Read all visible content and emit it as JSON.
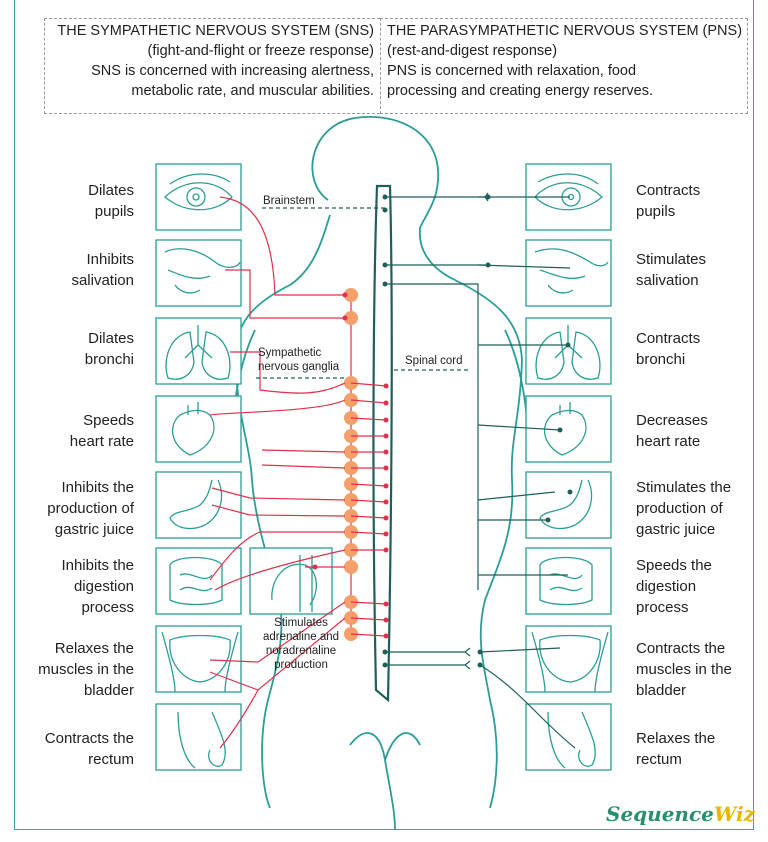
{
  "sns": {
    "title": "THE SYMPATHETIC NERVOUS SYSTEM (SNS)",
    "subtitle": "(fight-and-flight or freeze response)",
    "desc1": "SNS is concerned with increasing alertness,",
    "desc2": "metabolic rate, and muscular abilities."
  },
  "pns": {
    "title": "THE PARASYMPATHETIC NERVOUS SYSTEM (PNS)",
    "subtitle": "(rest-and-digest response)",
    "desc1": "PNS is concerned with relaxation, food",
    "desc2": "processing and creating energy reserves."
  },
  "left_labels": [
    [
      "Dilates",
      "pupils"
    ],
    [
      "Inhibits",
      "salivation"
    ],
    [
      "Dilates",
      "bronchi"
    ],
    [
      "Speeds",
      "heart rate"
    ],
    [
      "Inhibits the",
      "production of",
      "gastric juice"
    ],
    [
      "Inhibits the",
      "digestion",
      "process"
    ],
    [
      "Relaxes the",
      "muscles in the",
      "bladder"
    ],
    [
      "Contracts the",
      "rectum"
    ]
  ],
  "right_labels": [
    [
      "Contracts",
      "pupils"
    ],
    [
      "Stimulates",
      "salivation"
    ],
    [
      "Contracts",
      "bronchi"
    ],
    [
      "Decreases",
      "heart rate"
    ],
    [
      "Stimulates the",
      "production of",
      "gastric juice"
    ],
    [
      "Speeds the",
      "digestion",
      "process"
    ],
    [
      "Contracts the",
      "muscles in the",
      "bladder"
    ],
    [
      "Relaxes the",
      "rectum"
    ]
  ],
  "annotations": {
    "brainstem": "Brainstem",
    "spinal_cord": "Spinal cord",
    "ganglia1": "Sympathetic",
    "ganglia2": "nervous ganglia",
    "adrenal1": "Stimulates",
    "adrenal2": "adrenaline and",
    "adrenal3": "noradrenaline",
    "adrenal4": "production"
  },
  "logo": {
    "part1": "Sequence",
    "part2": "Wiz"
  },
  "colors": {
    "teal": "#2a9d96",
    "dark_teal": "#1f5f5b",
    "red": "#e0304a",
    "ganglion": "#f5a06a"
  }
}
